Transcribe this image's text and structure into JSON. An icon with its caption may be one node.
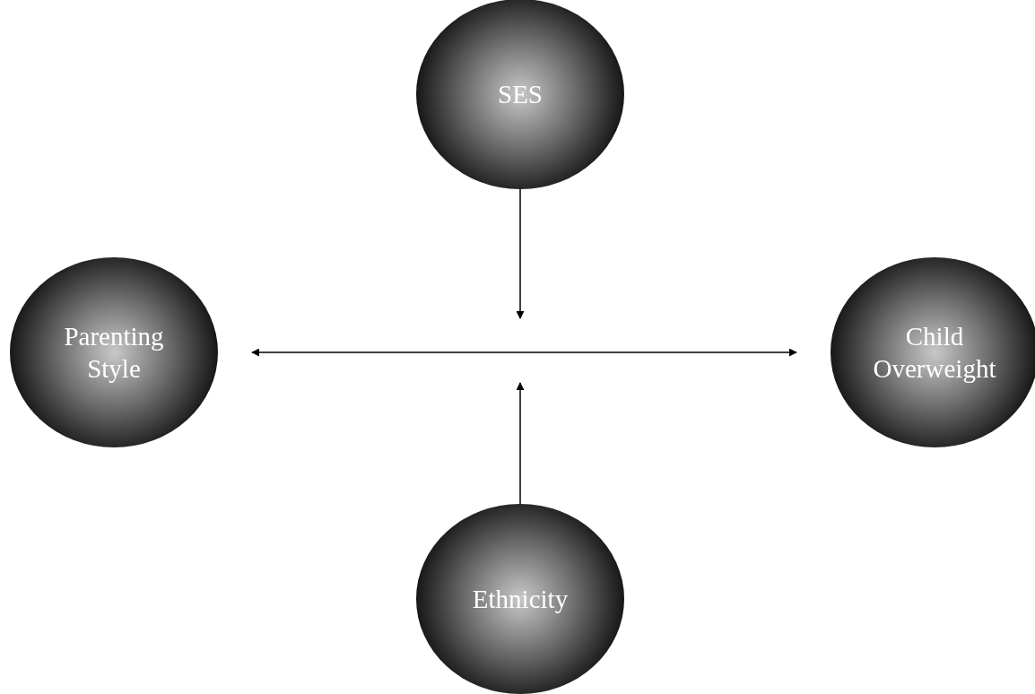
{
  "diagram": {
    "nodes": [
      {
        "text": [
          "SES"
        ]
      },
      {
        "text": [
          "Parenting Style"
        ]
      },
      {
        "text": [
          "Child Overweight"
        ]
      },
      {
        "text": [
          "Ethnicity"
        ]
      }
    ],
    "edges": [
      {
        "from": 0,
        "to": null,
        "arrow": "to"
      },
      {
        "from": 1,
        "to": 2,
        "arrow": "both"
      },
      {
        "from": 3,
        "to": null,
        "arrow": "to"
      }
    ]
  }
}
